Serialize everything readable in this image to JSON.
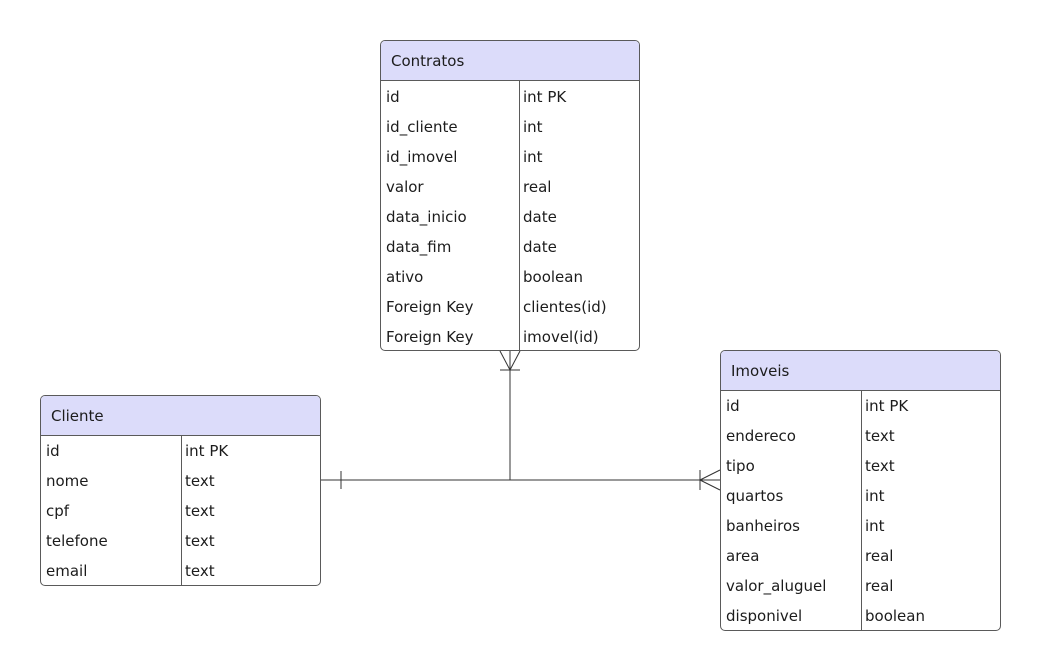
{
  "entities": {
    "contratos": {
      "title": "Contratos",
      "rows": [
        {
          "name": "id",
          "type": "int PK"
        },
        {
          "name": "id_cliente",
          "type": "int"
        },
        {
          "name": "id_imovel",
          "type": "int"
        },
        {
          "name": "valor",
          "type": "real"
        },
        {
          "name": "data_inicio",
          "type": "date"
        },
        {
          "name": "data_fim",
          "type": "date"
        },
        {
          "name": "ativo",
          "type": "boolean"
        },
        {
          "name": "Foreign Key",
          "type": "clientes(id)"
        },
        {
          "name": "Foreign Key",
          "type": "imovel(id)"
        }
      ]
    },
    "cliente": {
      "title": "Cliente",
      "rows": [
        {
          "name": "id",
          "type": "int PK"
        },
        {
          "name": "nome",
          "type": "text"
        },
        {
          "name": "cpf",
          "type": "text"
        },
        {
          "name": "telefone",
          "type": "text"
        },
        {
          "name": "email",
          "type": "text"
        }
      ]
    },
    "imoveis": {
      "title": "Imoveis",
      "rows": [
        {
          "name": "id",
          "type": "int PK"
        },
        {
          "name": "endereco",
          "type": "text"
        },
        {
          "name": "tipo",
          "type": "text"
        },
        {
          "name": "quartos",
          "type": "int"
        },
        {
          "name": "banheiros",
          "type": "int"
        },
        {
          "name": "area",
          "type": "real"
        },
        {
          "name": "valor_aluguel",
          "type": "real"
        },
        {
          "name": "disponivel",
          "type": "boolean"
        }
      ]
    }
  },
  "relationships": [
    {
      "from": "cliente",
      "from_cardinality": "one",
      "to": "contratos",
      "to_cardinality": "many"
    },
    {
      "from": "imoveis",
      "from_cardinality": "many",
      "to": "contratos",
      "to_cardinality": "many"
    }
  ],
  "colors": {
    "header_fill": "#dcdcfa",
    "border": "#5a5a5a",
    "line": "#333333"
  }
}
